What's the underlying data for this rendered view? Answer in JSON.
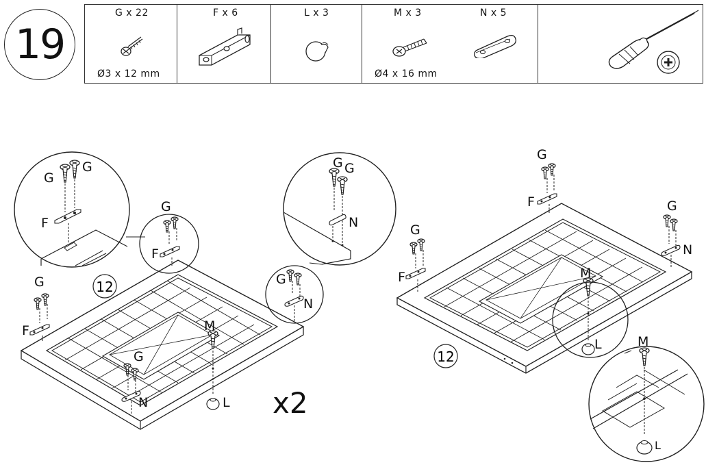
{
  "step": {
    "number": "19"
  },
  "parts": [
    {
      "code": "G",
      "label": "G x 22",
      "size": "Ø3 x 12 mm",
      "icon": "wood-screw-icon"
    },
    {
      "code": "F",
      "label": "F x 6",
      "icon": "hinge-plate-icon"
    },
    {
      "code": "L",
      "label": "L x 3",
      "icon": "knob-icon"
    },
    {
      "code": "M",
      "label": "M x 3",
      "size": "Ø4 x 16 mm",
      "icon": "machine-screw-icon"
    },
    {
      "code": "N",
      "label": "N x 5",
      "icon": "connector-plate-icon"
    }
  ],
  "tool": {
    "icon": "phillips-screwdriver-icon"
  },
  "callouts": {
    "G": "G",
    "F": "F",
    "N": "N",
    "M": "M",
    "L": "L"
  },
  "panel_id": "12",
  "multiplier": "x2"
}
